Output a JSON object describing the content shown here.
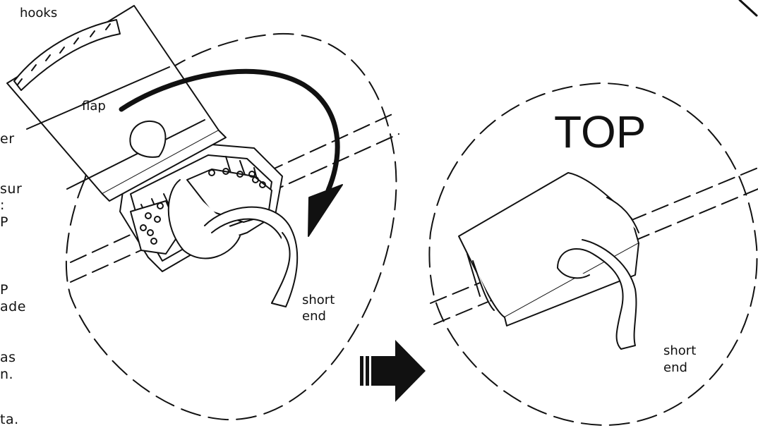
{
  "labels": {
    "hooks": "hooks",
    "flap": "flap",
    "short_end_left_line1": "short",
    "short_end_left_line2": "end",
    "short_end_right_line1": "short",
    "short_end_right_line2": "end",
    "top": "TOP"
  },
  "clipped_text": [
    "er",
    "sur",
    ":",
    "P",
    "P",
    "ade",
    "as",
    "n.",
    "ta."
  ],
  "icons": {
    "rotate_arrow": "curved-arrow-icon",
    "next_step": "double-bar-arrow-right-icon"
  }
}
